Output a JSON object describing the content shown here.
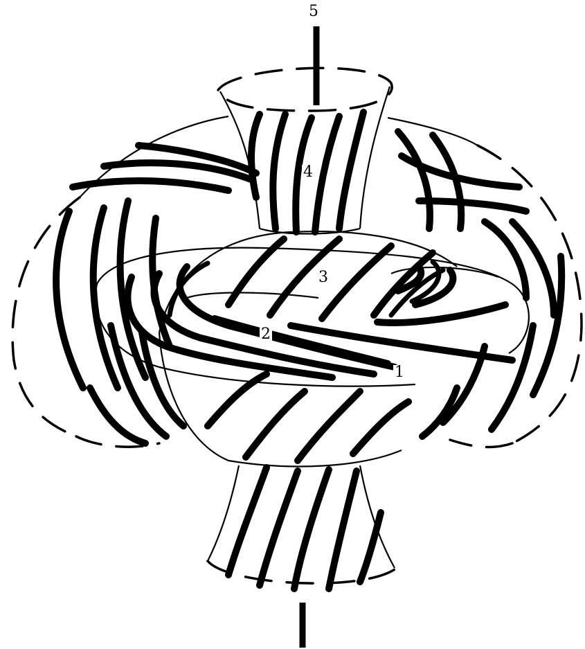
{
  "diagram": {
    "labels": {
      "l1": "1",
      "l2": "2",
      "l3": "3",
      "l4": "4",
      "l5": "5"
    }
  },
  "colors": {
    "ink": "#000000",
    "paper": "#ffffff"
  }
}
